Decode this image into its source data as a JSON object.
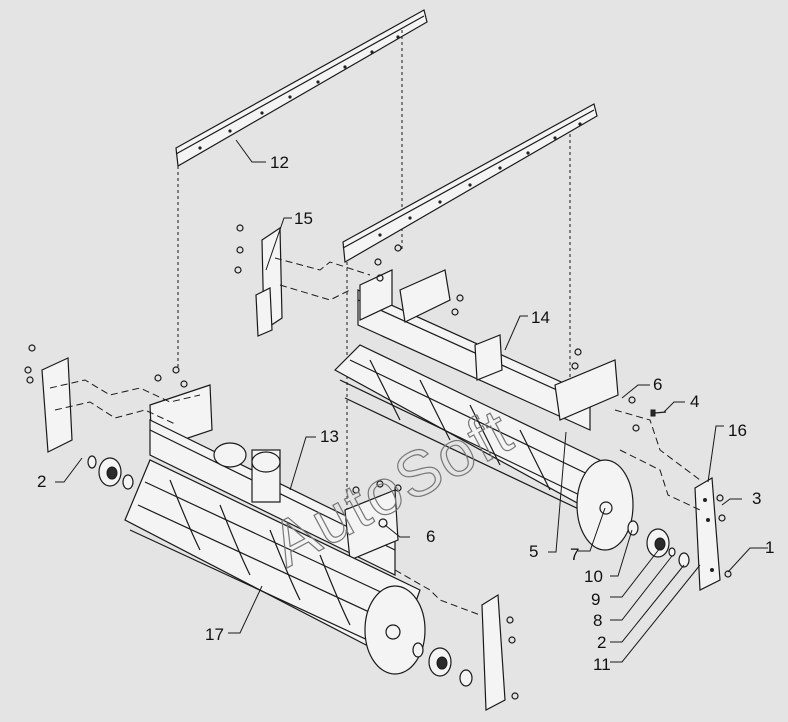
{
  "watermark": "AutoSoft",
  "callouts": [
    {
      "id": "c1",
      "text": "1"
    },
    {
      "id": "c2a",
      "text": "2"
    },
    {
      "id": "c2b",
      "text": "2"
    },
    {
      "id": "c3",
      "text": "3"
    },
    {
      "id": "c4",
      "text": "4"
    },
    {
      "id": "c5",
      "text": "5"
    },
    {
      "id": "c6a",
      "text": "6"
    },
    {
      "id": "c6b",
      "text": "6"
    },
    {
      "id": "c7",
      "text": "7"
    },
    {
      "id": "c8",
      "text": "8"
    },
    {
      "id": "c9",
      "text": "9"
    },
    {
      "id": "c10",
      "text": "10"
    },
    {
      "id": "c11",
      "text": "11"
    },
    {
      "id": "c12",
      "text": "12"
    },
    {
      "id": "c13",
      "text": "13"
    },
    {
      "id": "c14",
      "text": "14"
    },
    {
      "id": "c15",
      "text": "15"
    },
    {
      "id": "c16",
      "text": "16"
    },
    {
      "id": "c17",
      "text": "17"
    }
  ]
}
